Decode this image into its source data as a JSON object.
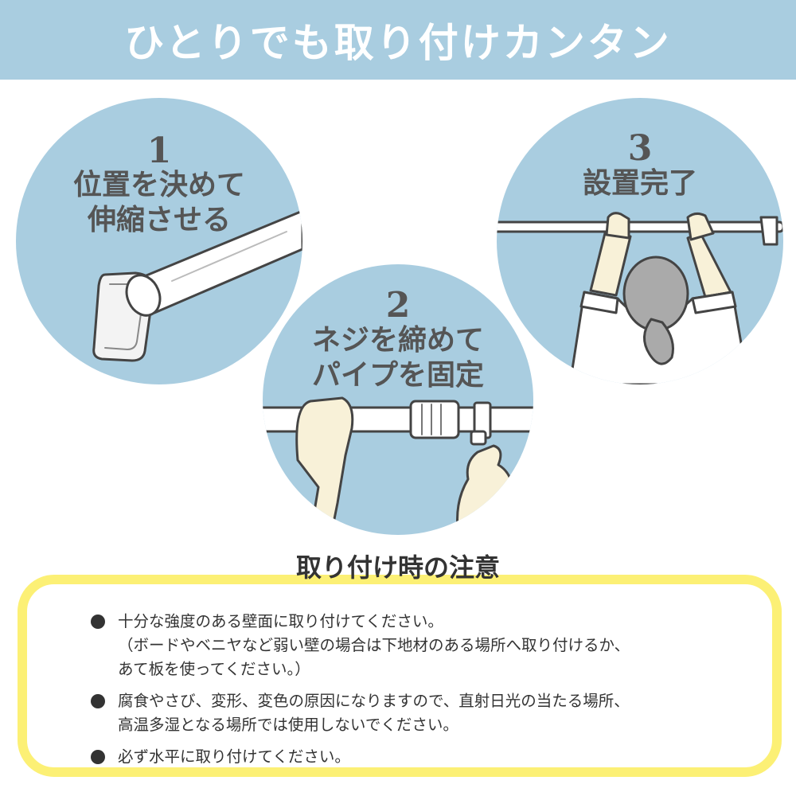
{
  "banner": {
    "title": "ひとりでも取り付けカンタン"
  },
  "steps": [
    {
      "number": "1",
      "lines": [
        "位置を決めて",
        "伸縮させる"
      ],
      "illustration": "wall-bracket-pole"
    },
    {
      "number": "2",
      "lines": [
        "ネジを締めて",
        "パイプを固定"
      ],
      "illustration": "hands-tightening-screw"
    },
    {
      "number": "3",
      "lines": [
        "設置完了"
      ],
      "illustration": "woman-holding-installed-bar"
    }
  ],
  "notice": {
    "title": "取り付け時の注意",
    "items": [
      {
        "lines": [
          "十分な強度のある壁面に取り付けてください。",
          "（ボードやベニヤなど弱い壁の場合は下地材のある場所へ取り付けるか、",
          "あて板を使ってください。）"
        ]
      },
      {
        "lines": [
          "腐食やさび、変形、変色の原因になりますので、直射日光の当たる場所、",
          "高温多湿となる場所では使用しないでください。"
        ]
      },
      {
        "lines": [
          "必ず水平に取り付けてください。"
        ]
      }
    ]
  },
  "colors": {
    "banner": "#a9cde0",
    "circle": "#a9cde0",
    "notice_border": "#fcf075",
    "text": "#555555"
  }
}
